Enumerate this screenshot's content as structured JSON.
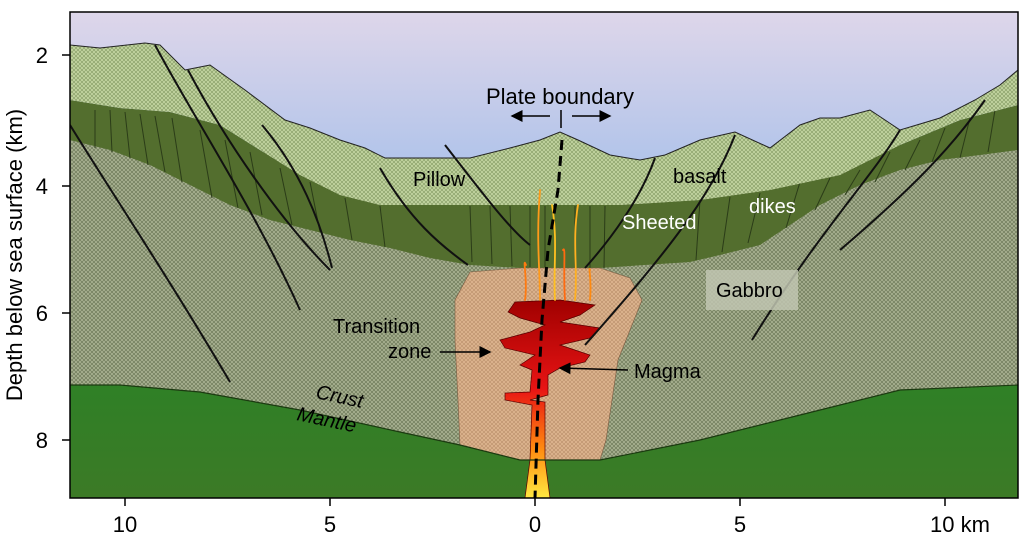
{
  "axes": {
    "ylabel": "Depth below sea surface (km)",
    "yticks": [
      "2",
      "4",
      "6",
      "8"
    ],
    "xticks": [
      "10",
      "5",
      "0",
      "5",
      "10 km"
    ]
  },
  "labels": {
    "plate_boundary": "Plate boundary",
    "pillow": "Pillow",
    "basalt": "basalt",
    "sheeted": "Sheeted",
    "dikes": "dikes",
    "gabbro": "Gabbro",
    "transition_line1": "Transition",
    "transition_line2": "zone",
    "magma": "Magma",
    "crust": "Crust",
    "mantle": "Mantle"
  },
  "colors": {
    "sky_top": "#ded6ea",
    "sky_bottom": "#3d8fe2",
    "mantle": "#2f7a22",
    "gabbro": "#a7b08f",
    "sheeted_dikes": "#4f6a2c",
    "pillow_basalt": "#bfd39a",
    "transition_zone": "#dbb28c",
    "magma_dark": "#8b0000",
    "magma_red": "#e01010",
    "magma_yellow": "#ffe030"
  },
  "icons": [
    "arrow-left-icon",
    "arrow-right-icon",
    "leader-arrow-icon"
  ]
}
